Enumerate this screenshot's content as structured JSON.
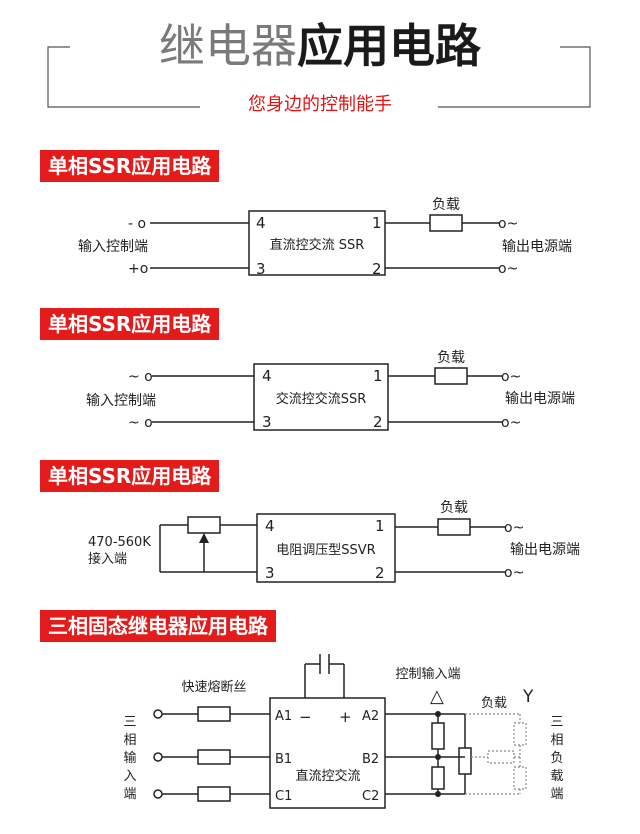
{
  "header": {
    "title_light": "继电器",
    "title_bold": "应用电路",
    "subtitle": "您身边的控制能手"
  },
  "sections": [
    {
      "banner": "单相SSR应用电路",
      "in_top": "- o",
      "in_bottom": "+o",
      "input_label": "输入控制端",
      "box_label": "直流控交流 SSR",
      "pin_tl": "4",
      "pin_tr": "1",
      "pin_bl": "3",
      "pin_br": "2",
      "load_label": "负载",
      "out_top": "o~",
      "out_bottom": "o~",
      "output_label": "输出电源端"
    },
    {
      "banner": "单相SSR应用电路",
      "in_top": "~ o",
      "in_bottom": "~ o",
      "input_label": "输入控制端",
      "box_label": "交流控交流SSR",
      "pin_tl": "4",
      "pin_tr": "1",
      "pin_bl": "3",
      "pin_br": "2",
      "load_label": "负载",
      "out_top": "o~",
      "out_bottom": "o~",
      "output_label": "输出电源端"
    },
    {
      "banner": "单相SSR应用电路",
      "input_label_line1": "470-560K",
      "input_label_line2": "接入端",
      "box_label": "电阻调压型SSVR",
      "pin_tl": "4",
      "pin_tr": "1",
      "pin_bl": "3",
      "pin_br": "2",
      "load_label": "负载",
      "out_top": "o~",
      "out_bottom": "o~",
      "output_label": "输出电源端"
    },
    {
      "banner": "三相固态继电器应用电路",
      "fuse_label": "快速熔断丝",
      "control_input_label": "控制输入端",
      "left_vertical_label": [
        "三",
        "相",
        "输",
        "入",
        "端"
      ],
      "right_vertical_label": [
        "三",
        "相",
        "负",
        "载",
        "端"
      ],
      "pin_a1": "A1",
      "pin_b1": "B1",
      "pin_c1": "C1",
      "pin_a2": "A2",
      "pin_b2": "B2",
      "pin_c2": "C2",
      "minus": "−",
      "plus": "+",
      "box_label": "直流控交流",
      "load_label": "负载",
      "delta_symbol": "△",
      "wye_symbol": "Y"
    }
  ]
}
